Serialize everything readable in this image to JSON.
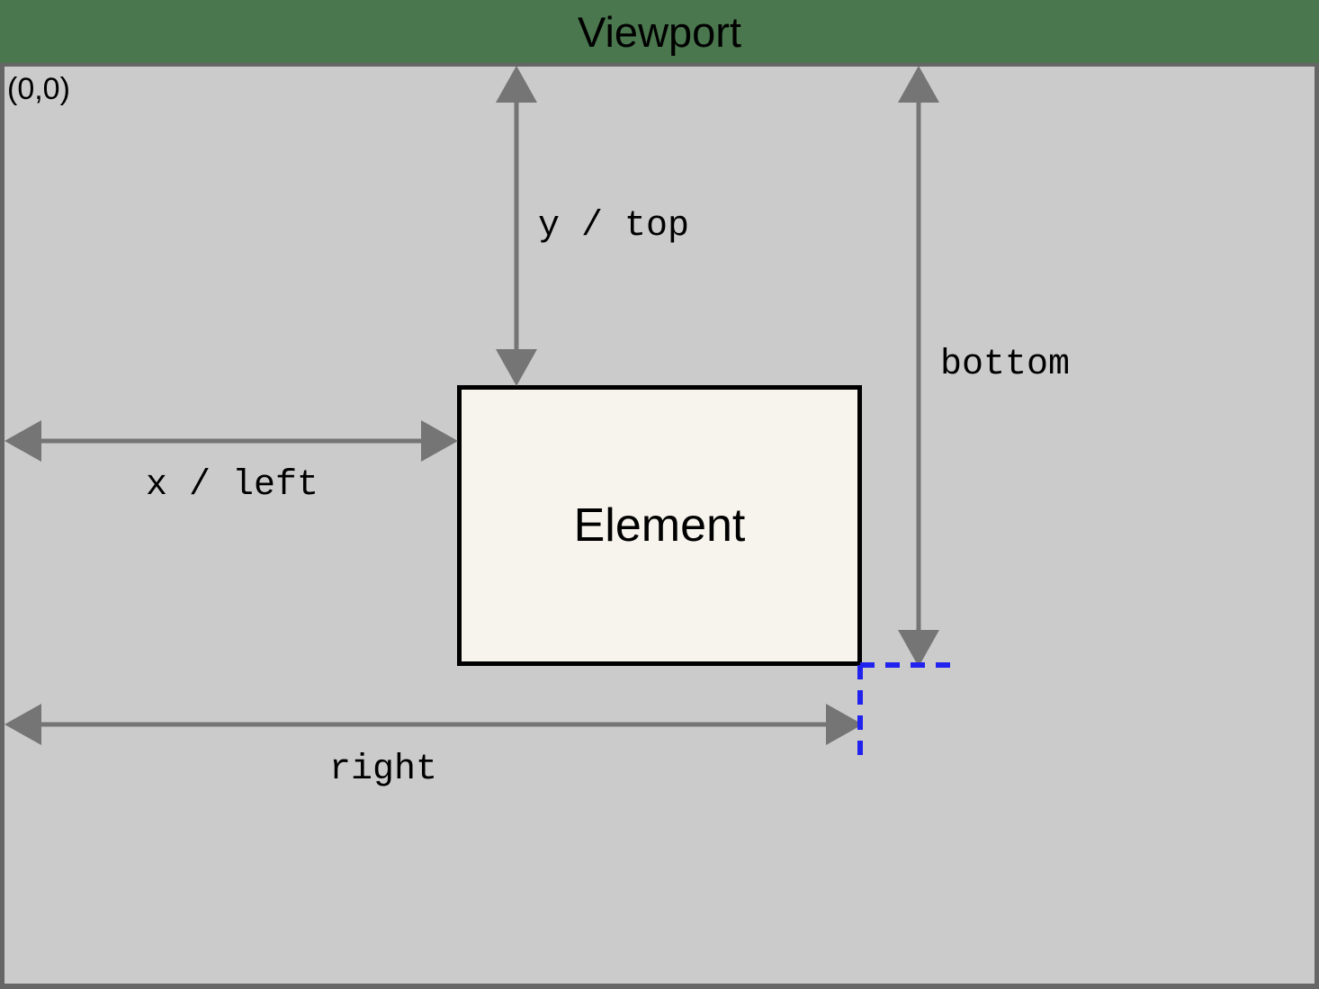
{
  "header": {
    "title": "Viewport",
    "background_color": "#4a774e",
    "text_color": "#000000"
  },
  "viewport": {
    "name": "viewport-surface",
    "background_color": "#cbcbcb",
    "border_color": "#666666",
    "origin_label": "(0,0)"
  },
  "element": {
    "label": "Element",
    "fill_color": "#f7f4ee",
    "border_color": "#000000"
  },
  "measurements": [
    {
      "id": "y-top",
      "label": "y / top",
      "orientation": "vertical"
    },
    {
      "id": "bottom",
      "label": "bottom",
      "orientation": "vertical"
    },
    {
      "id": "x-left",
      "label": "x / left",
      "orientation": "horizontal"
    },
    {
      "id": "right",
      "label": "right",
      "orientation": "horizontal"
    }
  ],
  "guides": {
    "color": "#2222ee",
    "style": "dashed",
    "description": "bottom-right corner guides"
  },
  "colors": {
    "arrow": "#757575",
    "guide_blue": "#2222ee",
    "header_green": "#4a774e",
    "viewport_gray": "#cbcbcb",
    "element_cream": "#f7f4ee"
  }
}
